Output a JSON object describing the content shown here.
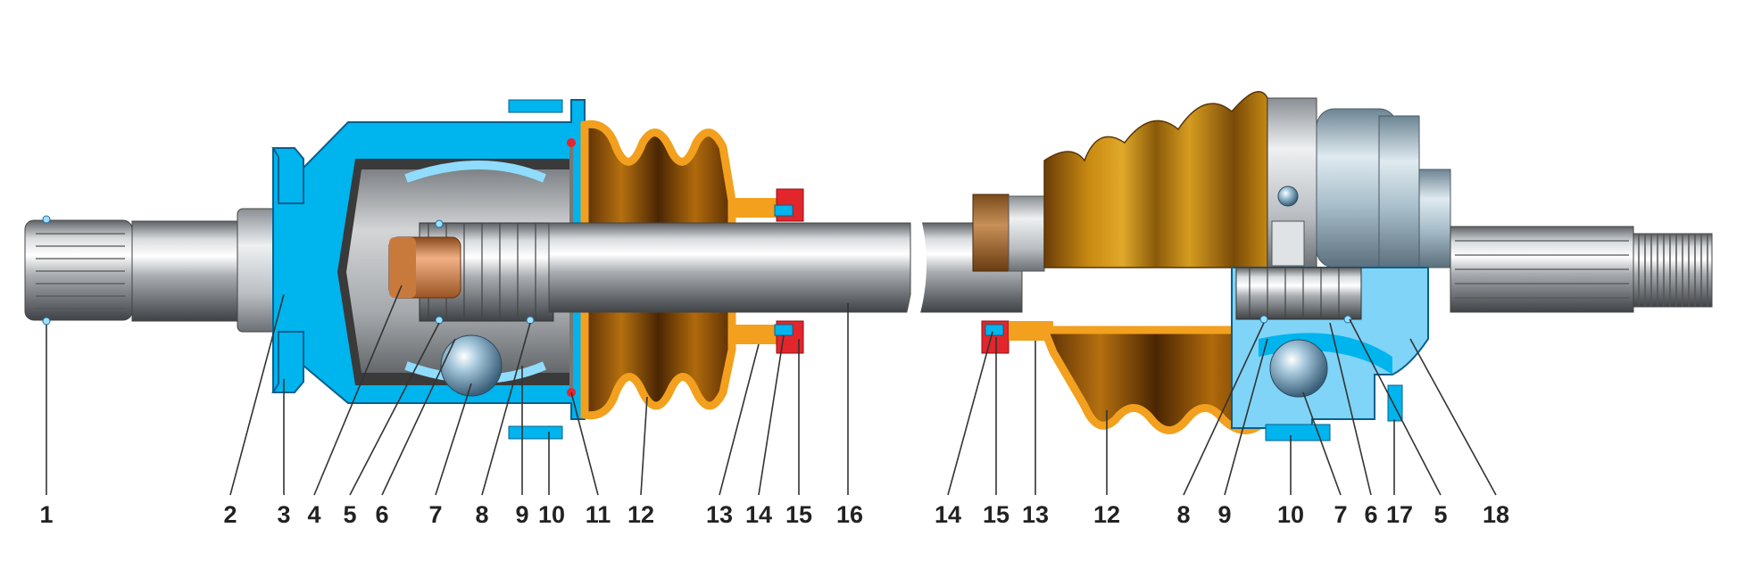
{
  "callouts": [
    "1",
    "2",
    "3",
    "4",
    "5",
    "6",
    "7",
    "8",
    "9",
    "10",
    "11",
    "12",
    "13",
    "14",
    "15",
    "16",
    "14",
    "15",
    "13",
    "12",
    "8",
    "9",
    "10",
    "7",
    "6",
    "17",
    "5",
    "18"
  ],
  "colors": {
    "housing_section": "#00b4ee",
    "boot": "#c98a12",
    "boot_section_outline": "#f2a01e",
    "clamp_red": "#e3262b",
    "steel": "#b5b9bd",
    "bronze": "#c87a3c",
    "callout_text": "#222222"
  }
}
